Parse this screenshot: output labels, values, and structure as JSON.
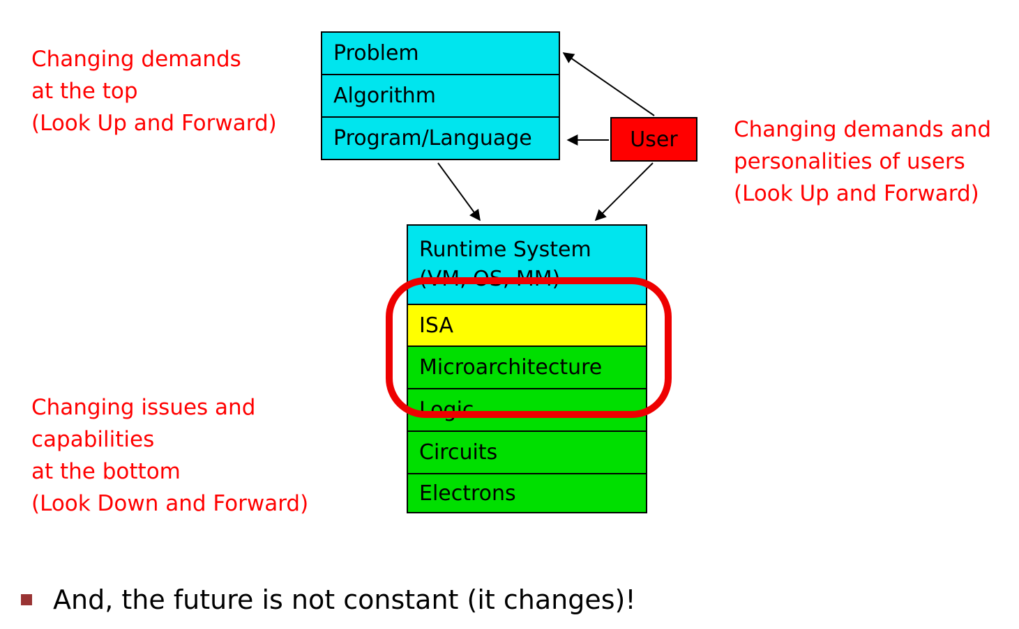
{
  "slide": {
    "type": "layered-architecture-diagram"
  },
  "colors": {
    "cyan": "#00e5ee",
    "yellow": "#ffff00",
    "green": "#00df00",
    "user_red": "#ff0000",
    "annotation_red": "#ff0000",
    "highlight_ring_red": "#ee0000",
    "bullet_square": "#993333"
  },
  "annotations": {
    "top_left": "Changing demands\nat the top\n(Look Up and Forward)",
    "right": "Changing demands and\npersonalities of users\n(Look Up and Forward)",
    "bottom_left": "Changing issues and\ncapabilities\nat the bottom\n(Look Down and Forward)"
  },
  "top_stack": {
    "items": [
      {
        "label": "Problem",
        "color": "cyan"
      },
      {
        "label": "Algorithm",
        "color": "cyan"
      },
      {
        "label": "Program/Language",
        "color": "cyan"
      }
    ]
  },
  "user_box": {
    "label": "User"
  },
  "lower_stack": {
    "items": [
      {
        "label": "Runtime System\n(VM, OS, MM)",
        "color": "cyan"
      },
      {
        "label": "ISA",
        "color": "yellow"
      },
      {
        "label": "Microarchitecture",
        "color": "green"
      },
      {
        "label": "Logic",
        "color": "green"
      },
      {
        "label": "Circuits",
        "color": "green"
      },
      {
        "label": "Electrons",
        "color": "green"
      }
    ]
  },
  "arrows": [
    {
      "name": "user-to-program-language"
    },
    {
      "name": "user-to-problem"
    },
    {
      "name": "program-language-to-runtime"
    },
    {
      "name": "user-to-runtime"
    }
  ],
  "highlight": {
    "around": "ISA and Microarchitecture"
  },
  "bullet": {
    "text": "And, the future is not constant (it changes)!"
  }
}
